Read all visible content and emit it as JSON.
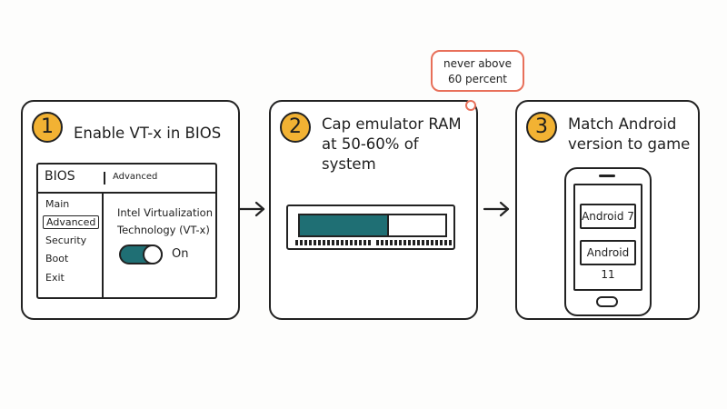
{
  "steps": [
    {
      "number": "1",
      "title": "Enable VT-x in BIOS"
    },
    {
      "number": "2",
      "title_line1": "Cap emulator RAM",
      "title_line2": "at 50-60% of system"
    },
    {
      "number": "3",
      "title_line1": "Match Android",
      "title_line2": "version to game"
    }
  ],
  "bios": {
    "title": "BIOS",
    "tab": "Advanced",
    "menu": [
      "Main",
      "Advanced",
      "Security",
      "Boot",
      "Exit"
    ],
    "selected_index": 1,
    "setting_line1": "Intel Virtualization",
    "setting_line2": "Technology (VT-x)",
    "toggle_state": "On",
    "toggle_on": true
  },
  "ram": {
    "fill_fraction": 0.6,
    "fill_color": "#1f6f74"
  },
  "callout": {
    "line1": "never above",
    "line2": "60 percent",
    "border_color": "#e8705a"
  },
  "versions": [
    "Android 7",
    "Android 11"
  ],
  "colors": {
    "badge": "#f2b233",
    "accent": "#1f6f74"
  }
}
